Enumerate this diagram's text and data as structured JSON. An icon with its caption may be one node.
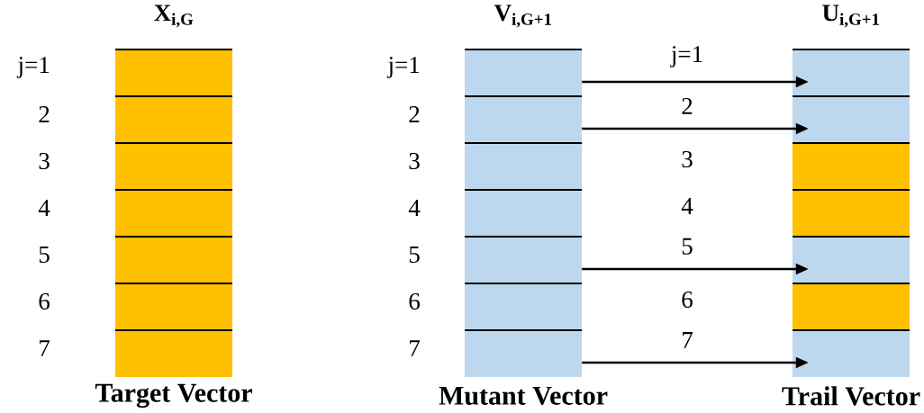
{
  "diagram": {
    "nodes": [
      {
        "text": [
          "X$_{i,G}$",
          "Target Vector"
        ]
      },
      {
        "text": [],
        "shape": "box",
        "in": 0
      },
      {
        "text": [],
        "shape": "box",
        "in": 0
      },
      {
        "text": [],
        "shape": "box",
        "in": 0
      },
      {
        "text": [],
        "shape": "box",
        "in": 0
      },
      {
        "text": [],
        "shape": "box",
        "in": 0
      },
      {
        "text": [],
        "shape": "box",
        "in": 0
      },
      {
        "text": [],
        "shape": "box",
        "in": 0
      },
      {
        "text": [
          "V$_{i,G+1}$",
          "Mutant Vector"
        ]
      },
      {
        "text": [],
        "shape": "box",
        "in": 8
      },
      {
        "text": [],
        "shape": "box",
        "in": 8
      },
      {
        "text": [],
        "shape": "box",
        "in": 8
      },
      {
        "text": [],
        "shape": "box",
        "in": 8
      },
      {
        "text": [],
        "shape": "box",
        "in": 8
      },
      {
        "text": [],
        "shape": "box",
        "in": 8
      },
      {
        "text": [],
        "shape": "box",
        "in": 8
      },
      {
        "text": [
          "U$_{i,G+1}$",
          "Trail Vector"
        ]
      },
      {
        "text": [],
        "shape": "box",
        "in": 16
      },
      {
        "text": [],
        "shape": "box",
        "in": 16
      },
      {
        "text": [],
        "shape": "box",
        "in": 16
      },
      {
        "text": [],
        "shape": "box",
        "in": 16
      },
      {
        "text": [],
        "shape": "box",
        "in": 16
      },
      {
        "text": [],
        "shape": "box",
        "in": 16
      },
      {
        "text": [],
        "shape": "box",
        "in": 16
      }
    ],
    "edges": [
      {
        "from": 9,
        "to": 17,
        "arrow": "to",
        "label": "j=1"
      },
      {
        "from": 10,
        "to": 18,
        "arrow": "to",
        "label": "2"
      },
      {
        "from": 13,
        "to": 21,
        "arrow": "to",
        "label": "5"
      },
      {
        "from": 15,
        "to": 23,
        "arrow": "to",
        "label": "7"
      }
    ],
    "labels": [
      "j=1",
      "j=1",
      "2",
      "2",
      "3",
      "3",
      "3",
      "4",
      "4",
      "4",
      "5",
      "5",
      "6",
      "6",
      "6",
      "7",
      "7"
    ]
  }
}
